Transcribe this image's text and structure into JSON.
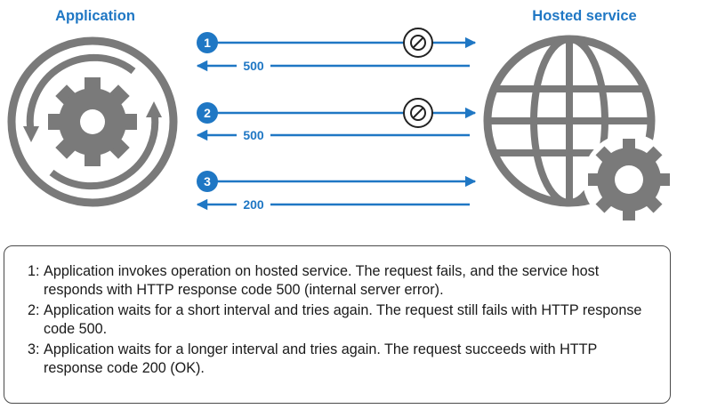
{
  "actors": {
    "application": "Application",
    "hosted_service": "Hosted service"
  },
  "steps": [
    {
      "number": "1",
      "response_code": "500",
      "request_blocked": true
    },
    {
      "number": "2",
      "response_code": "500",
      "request_blocked": true
    },
    {
      "number": "3",
      "response_code": "200",
      "request_blocked": false
    }
  ],
  "notes": [
    {
      "number": "1:",
      "text": "Application invokes operation on hosted service. The request fails, and the service host responds with HTTP response code 500 (internal server error)."
    },
    {
      "number": "2:",
      "text": "Application waits for a short interval and tries again. The request still fails with HTTP response code 500."
    },
    {
      "number": "3:",
      "text": "Application waits for a longer interval and tries again. The request succeeds with HTTP response code 200 (OK)."
    }
  ],
  "colors": {
    "accent_blue": "#1f77c4",
    "icon_gray": "#7a7a7a",
    "border_dark": "#4a4a4a"
  },
  "icons": {
    "application": "refresh-gear-icon",
    "hosted_service": "globe-gear-icon",
    "blocked": "no-entry-icon"
  }
}
